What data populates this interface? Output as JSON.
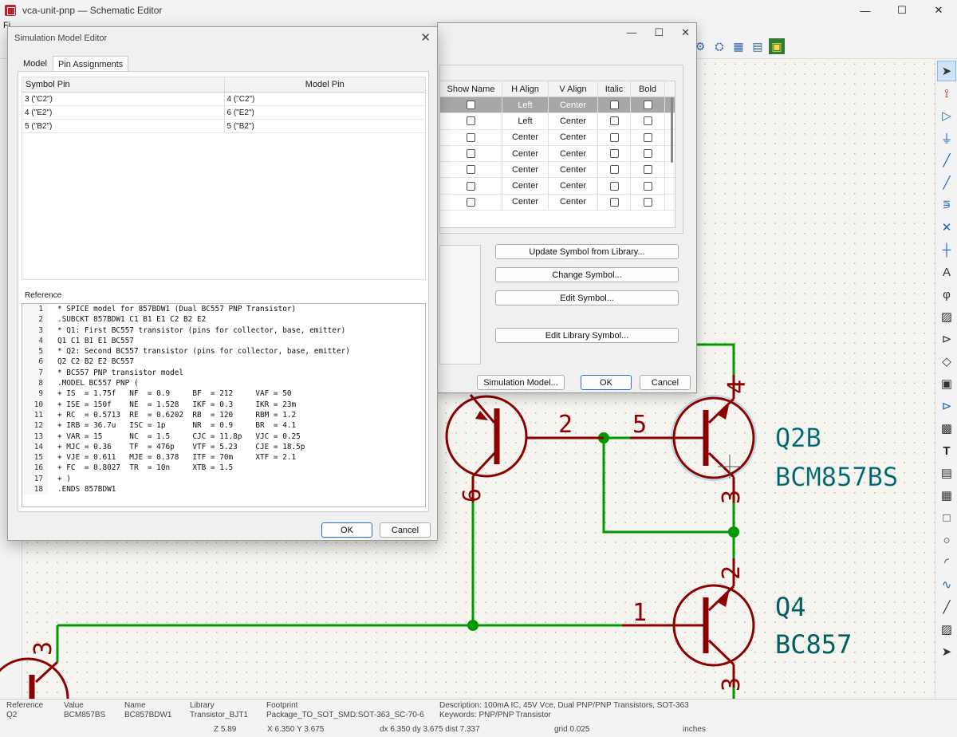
{
  "window": {
    "title": "vca-unit-pnp — Schematic Editor",
    "minimize": "—",
    "maximize": "☐",
    "close": "✕",
    "menu_partial": "Fi"
  },
  "props_dialog": {
    "minimize": "—",
    "maximize": "☐",
    "close": "✕",
    "columns": [
      "Show Name",
      "H Align",
      "V Align",
      "Italic",
      "Bold"
    ],
    "rows": [
      {
        "h": "Left",
        "v": "Center"
      },
      {
        "h": "Left",
        "v": "Center"
      },
      {
        "h": "Center",
        "v": "Center"
      },
      {
        "h": "Center",
        "v": "Center"
      },
      {
        "h": "Center",
        "v": "Center"
      },
      {
        "h": "Center",
        "v": "Center"
      },
      {
        "h": "Center",
        "v": "Center"
      }
    ],
    "buttons": {
      "update_symbol": "Update Symbol from Library...",
      "change_symbol": "Change Symbol...",
      "edit_symbol": "Edit Symbol...",
      "edit_library_symbol": "Edit Library Symbol...",
      "simulation_model": "Simulation Model...",
      "ok": "OK",
      "cancel": "Cancel"
    }
  },
  "sim_dialog": {
    "title": "Simulation Model Editor",
    "close": "✕",
    "tabs": [
      "Model",
      "Pin Assignments"
    ],
    "active_tab": "Pin Assignments",
    "pin_columns": [
      "Symbol Pin",
      "Model Pin"
    ],
    "pin_rows": [
      {
        "symbol": "3 (\"C2\")",
        "model": "4 (\"C2\")"
      },
      {
        "symbol": "4 (\"E2\")",
        "model": "6 (\"E2\")"
      },
      {
        "symbol": "5 (\"B2\")",
        "model": "5 (\"B2\")"
      }
    ],
    "reference_label": "Reference",
    "code_lines": [
      "* SPICE model for 857BDW1 (Dual BC557 PNP Transistor)",
      ".SUBCKT 857BDW1 C1 B1 E1 C2 B2 E2",
      "* Q1: First BC557 transistor (pins for collector, base, emitter)",
      "Q1 C1 B1 E1 BC557",
      "* Q2: Second BC557 transistor (pins for collector, base, emitter)",
      "Q2 C2 B2 E2 BC557",
      "* BC557 PNP transistor model",
      ".MODEL BC557 PNP (",
      "+ IS  = 1.75f   NF  = 0.9     BF  = 212     VAF = 50",
      "+ ISE = 150f    NE  = 1.528   IKF = 0.3     IKR = 23m",
      "+ RC  = 0.5713  RE  = 0.6202  RB  = 120     RBM = 1.2",
      "+ IRB = 36.7u   ISC = 1p      NR  = 0.9     BR  = 4.1",
      "+ VAR = 15      NC  = 1.5     CJC = 11.8p   VJC = 0.25",
      "+ MJC = 0.36    TF  = 476p    VTF = 5.23    CJE = 18.5p",
      "+ VJE = 0.611   MJE = 0.378   ITF = 70m     XTF = 2.1",
      "+ FC  = 0.8027  TR  = 10n     XTB = 1.5",
      "+ )",
      ".ENDS 857BDW1"
    ],
    "ok": "OK",
    "cancel": "Cancel"
  },
  "schematic": {
    "q2b_ref": "Q2B",
    "q2b_value": "BCM857BS",
    "q4_ref": "Q4",
    "q4_value": "BC857",
    "pin_2a": "2",
    "pin_5": "5",
    "pin_4": "4",
    "pin_3a": "3",
    "pin_6": "6",
    "pin_2b": "2",
    "pin_1": "1",
    "pin_3b": "3",
    "pin_3c": "3",
    "colors": {
      "symbol": "#8b0000",
      "wire": "#009900",
      "label": "#006060"
    }
  },
  "status": {
    "reference_label": "Reference",
    "reference": "Q2",
    "value_label": "Value",
    "value": "BCM857BS",
    "name_label": "Name",
    "name": "BC857BDW1",
    "library_label": "Library",
    "library": "Transistor_BJT1",
    "footprint_label": "Footprint",
    "footprint": "Package_TO_SOT_SMD:SOT-363_SC-70-6",
    "description": "Description: 100mA IC, 45V Vce, Dual PNP/PNP Transistors, SOT-363",
    "keywords": "Keywords: PNP/PNP Transistor",
    "zoom": "Z 5.89",
    "xy": "X 6.350  Y 3.675",
    "delta": "dx 6.350  dy 3.675  dist 7.337",
    "grid": "grid 0.025",
    "units": "inches"
  }
}
